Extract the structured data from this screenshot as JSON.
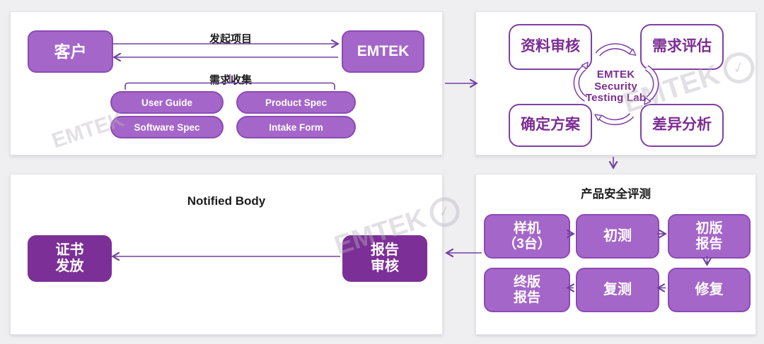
{
  "diagram": {
    "brand": "EMTEK",
    "panel_customer": {
      "customer": "客户",
      "emtek": "EMTEK",
      "arrow_top_label": "发起项目",
      "arrow_bottom_label": "需求收集",
      "documents": [
        "User Guide",
        "Product Spec",
        "Software Spec",
        "Intake Form"
      ]
    },
    "panel_lab": {
      "center": [
        "EMTEK",
        "Security",
        "Testing Lab"
      ],
      "steps": [
        "资料审核",
        "需求评估",
        "确定方案",
        "差异分析"
      ]
    },
    "panel_eval": {
      "title": "产品安全评测",
      "samples": "样机\n（3台）",
      "initial_test": "初测",
      "initial_report": "初版\n报告",
      "final_report": "终版\n报告",
      "retest": "复测",
      "fix": "修复"
    },
    "panel_notified": {
      "title": "Notified Body",
      "certificate": "证书\n发放",
      "report_review": "报告\n审核"
    },
    "watermark": {
      "text": "EMTEK",
      "check": "✓"
    },
    "colors": {
      "purple_fill": "#a566c9",
      "purple_fill_border": "#8c4ab4",
      "purple_dark": "#7c2f97",
      "purple_outline_border": "#7e41a5",
      "purple_text": "#7c2d93",
      "arrow": "#7040a0",
      "heading_text": "#1c1c1e",
      "page_background": "#efeef1",
      "panel_background": "#ffffff"
    }
  }
}
